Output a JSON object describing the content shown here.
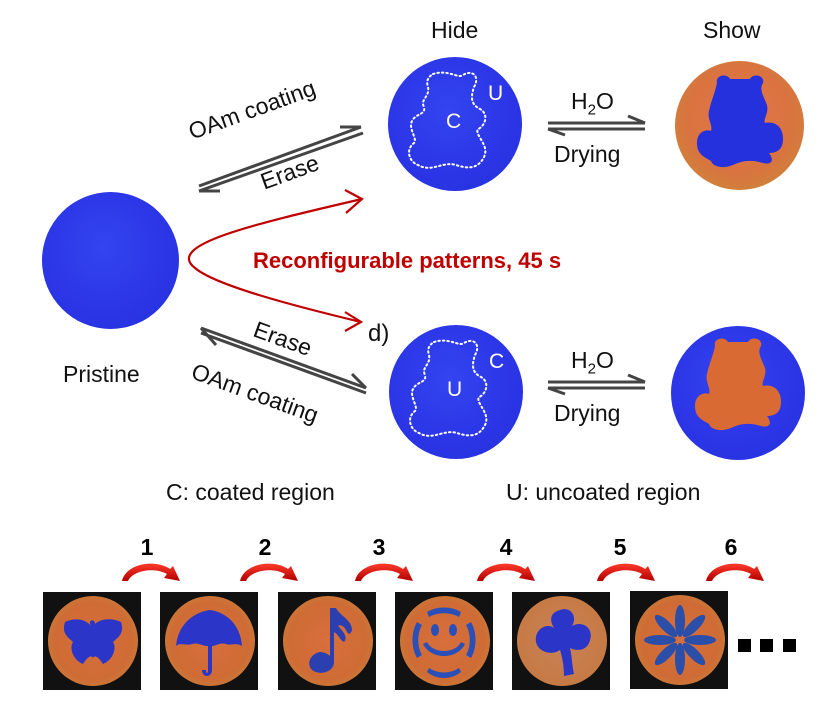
{
  "figure": {
    "panel_label": "d)",
    "center_title": "Reconfigurable patterns, 45 s",
    "states": {
      "pristine": "Pristine",
      "hide": "Hide",
      "show": "Show"
    },
    "top_path": {
      "forward": "OAm coating",
      "reverse": "Erase",
      "hide_disc_labels": {
        "inside": "C",
        "outside": "U"
      },
      "water_forward": {
        "prefix": "H",
        "sub": "2",
        "suffix": "O"
      },
      "water_reverse": "Drying"
    },
    "bottom_path": {
      "forward": "OAm coating",
      "reverse": "Erase",
      "hide_disc_labels": {
        "inside": "U",
        "outside": "C"
      },
      "water_forward": {
        "prefix": "H",
        "sub": "2",
        "suffix": "O"
      },
      "water_reverse": "Drying"
    },
    "legend": {
      "coated": "C:  coated region",
      "uncoated": "U:  uncoated region"
    },
    "sequence": {
      "steps": [
        "1",
        "2",
        "3",
        "4",
        "5",
        "6"
      ],
      "patterns": [
        "butterfly-icon",
        "umbrella-icon",
        "music-note-icon",
        "smiley-icon",
        "clover-icon",
        "asterisk-flower-icon"
      ],
      "continuation": "..."
    },
    "colors": {
      "accent_red": "#c00000",
      "disc_blue": "#2b35e6",
      "photonic_orange": "#d9733f",
      "arrow_gray": "#444444"
    }
  }
}
